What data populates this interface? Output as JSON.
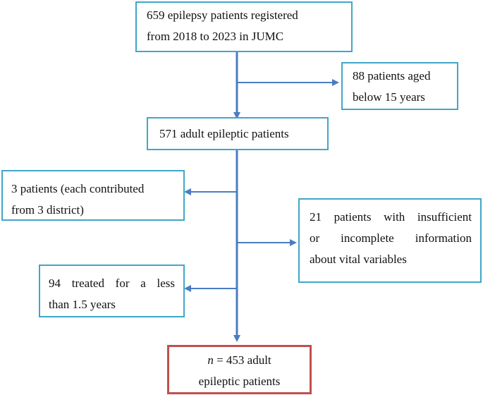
{
  "flowchart": {
    "registered": {
      "line1": "659 epilepsy patients registered",
      "line2": "from 2018 to 2023 in JUMC"
    },
    "excluded_age": {
      "line1": "88 patients aged",
      "line2": "below 15 years"
    },
    "adults": {
      "line1": "571 adult epileptic patients"
    },
    "excluded_district": {
      "line1": "3 patients (each contributed",
      "line2": "from 3 district)"
    },
    "excluded_info": {
      "line1": "21 patients with insufficient",
      "line2": "or incomplete information",
      "line3": "about vital variables"
    },
    "excluded_duration": {
      "line1": "94 treated for a less",
      "line2": "than 1.5 years"
    },
    "final": {
      "n_symbol": "n",
      "count_text": "= 453 adult",
      "line2": "epileptic patients"
    }
  },
  "colors": {
    "box_border": "#41a6c8",
    "final_border": "#c0504d",
    "arrow": "#4a7dc1"
  }
}
